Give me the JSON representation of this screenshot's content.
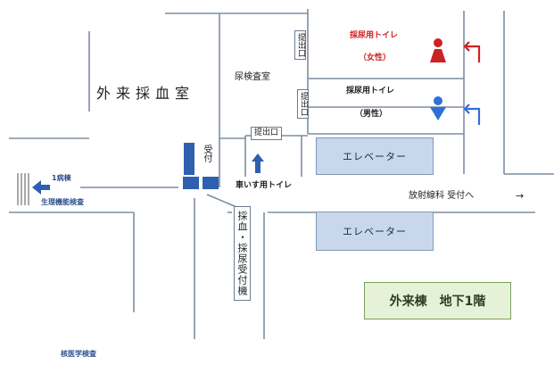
{
  "rooms": {
    "outpatient_blood": "外来採血室",
    "urine_exam": "尿検査室",
    "reception": "受付"
  },
  "toilets": {
    "female_label": "採尿用トイレ",
    "female_sub": "（女性）",
    "male_label": "採尿用トイレ",
    "male_sub": "（男性）",
    "wheelchair": "車いす用トイレ"
  },
  "submit_windows": {
    "upper": "提出口",
    "middle": "提出口",
    "bottom": "提出口"
  },
  "elevators": {
    "upper": "エレベーター",
    "lower": "エレベーター"
  },
  "directions": {
    "ward1": "1病棟",
    "physiology": "生理機能検査",
    "radiology": "放射線科 受付へ",
    "radiology_arrow": "→",
    "nuclear": "核医学検査"
  },
  "reception_counter": "採血・採尿受付機",
  "floor_label": "外来棟　地下1階",
  "return_marks": "↵",
  "colors": {
    "female": "#cc2222",
    "male": "#2f6fd6",
    "arrow_blue": "#2f5fae",
    "wall": "#7d8ea0",
    "elevator": "#c8d7ec",
    "floor_box": "#e6f2d8"
  }
}
